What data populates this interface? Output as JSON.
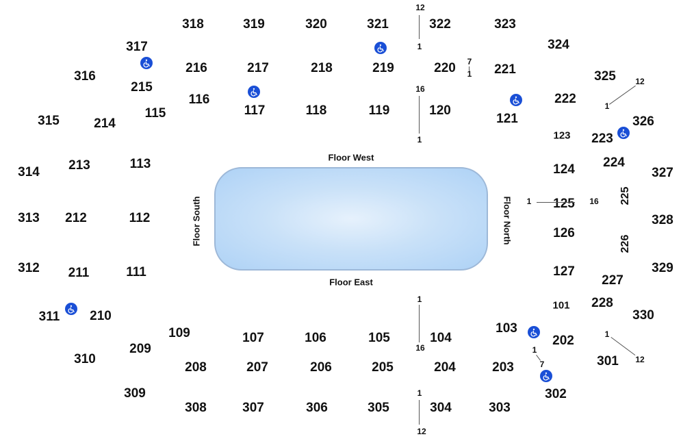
{
  "sections": [
    "318",
    "319",
    "320",
    "321",
    "322",
    "323",
    "324",
    "317",
    "316",
    "216",
    "217",
    "218",
    "219",
    "220",
    "221",
    "325",
    "215",
    "116",
    "117",
    "118",
    "119",
    "120",
    "121",
    "222",
    "326",
    "315",
    "214",
    "115",
    "123",
    "223",
    "224",
    "314",
    "213",
    "113",
    "124",
    "327",
    "125",
    "225",
    "313",
    "212",
    "112",
    "328",
    "126",
    "226",
    "312",
    "211",
    "111",
    "127",
    "227",
    "329",
    "101",
    "228",
    "330",
    "311",
    "210",
    "109",
    "107",
    "106",
    "105",
    "104",
    "103",
    "202",
    "310",
    "209",
    "301",
    "208",
    "207",
    "206",
    "205",
    "204",
    "203",
    "302",
    "309",
    "308",
    "307",
    "306",
    "305",
    "304",
    "303"
  ],
  "row_labels": [
    "12",
    "1",
    "7",
    "1",
    "16",
    "1",
    "12",
    "1",
    "1",
    "16",
    "1",
    "16",
    "1",
    "12",
    "1",
    "7",
    "1",
    "12"
  ],
  "floor": {
    "west": "Floor West",
    "east": "Floor East",
    "south": "Floor South",
    "north": "Floor North"
  },
  "icons": {
    "accessible": "wheelchair-icon",
    "accessible_color": "#1a4fd6",
    "rink_color": "#bcdaf7"
  }
}
